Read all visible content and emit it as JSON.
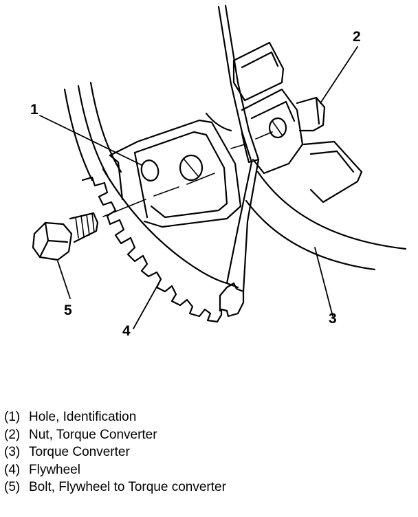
{
  "diagram": {
    "callouts": [
      "1",
      "2",
      "3",
      "4",
      "5"
    ]
  },
  "legend": [
    {
      "number": "(1)",
      "text": "Hole, Identification"
    },
    {
      "number": "(2)",
      "text": "Nut, Torque Converter"
    },
    {
      "number": "(3)",
      "text": "Torque Converter"
    },
    {
      "number": "(4)",
      "text": "Flywheel"
    },
    {
      "number": "(5)",
      "text": "Bolt, Flywheel to Torque converter"
    }
  ],
  "colors": {
    "ink": "#000000",
    "paper": "#ffffff"
  }
}
